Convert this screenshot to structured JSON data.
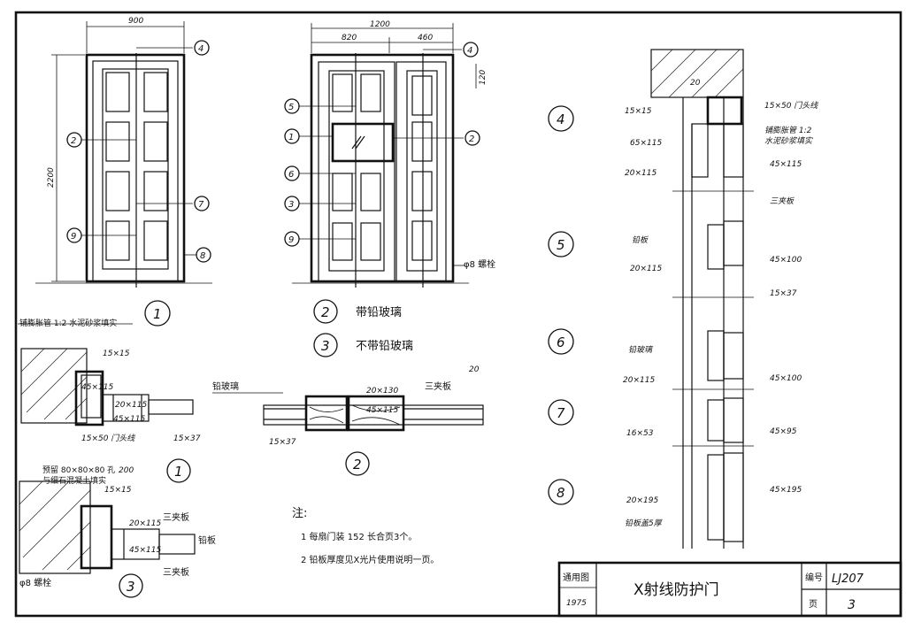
{
  "elevations": {
    "door1": {
      "width": "900",
      "height": "2200",
      "callouts": [
        "4",
        "2",
        "7",
        "9",
        "8"
      ],
      "label": "1"
    },
    "door2": {
      "total_width": "1200",
      "left_width": "820",
      "right_width": "460",
      "dim_side": "120",
      "callouts": [
        "4",
        "5",
        "1",
        "6",
        "3",
        "9",
        "2"
      ],
      "label": "2",
      "bolt": "φ8 螺栓"
    }
  },
  "legend": [
    {
      "num": "2",
      "text": "带铅玻璃"
    },
    {
      "num": "3",
      "text": "不带铅玻璃"
    }
  ],
  "section1": {
    "label": "1",
    "notes": {
      "top": "铺膨胀管 1:2 水泥砂浆填实",
      "a": "15×15",
      "b": "20×115",
      "c": "15×50 门头线",
      "d": "45×115",
      "e": "15×37",
      "f": "45×115"
    }
  },
  "section2": {
    "label": "2",
    "notes": {
      "glass": "铅玻璃",
      "three": "三夹板",
      "a": "20×130",
      "b": "45×115",
      "c": "15×37",
      "d": "20"
    }
  },
  "section3": {
    "label": "3",
    "notes": {
      "pre": "预留 80×80×80 孔",
      "pre2": "与细石混凝土填实",
      "a": "200",
      "b": "15×15",
      "c": "20×115",
      "d": "三夹板",
      "e": "铅板",
      "f": "45×115",
      "g": "三夹板",
      "bolt": "φ8 螺栓"
    }
  },
  "notes": {
    "title": "注:",
    "items": [
      "1 每扇门装 152 长合页3个。",
      "2 铅板厚度见X光片使用说明一页。"
    ]
  },
  "right_sections": {
    "labels": [
      "4",
      "5",
      "6",
      "7",
      "8"
    ],
    "annotations": {
      "t1": "15×50 门头线",
      "t2": "铺膨胀管 1:2",
      "t3": "水泥砂浆填实",
      "t4": "45×115",
      "t5": "三夹板",
      "t6": "45×100",
      "t7": "15×37",
      "t8": "45×100",
      "t9": "45×95",
      "t10": "45×195",
      "l1": "15×15",
      "l2": "65×115",
      "l3": "20×115",
      "l4": "铅板",
      "l5": "20×115",
      "l6": "铅玻璃",
      "l7": "20×115",
      "l8": "16×53",
      "l9": "20×195",
      "l10": "铅板盖5厚",
      "top": "20"
    }
  },
  "title_block": {
    "left1": "通用图",
    "left2": "1975",
    "title": "X射线防护门",
    "code_label": "编号",
    "code": "LJ207",
    "page_label": "页",
    "page": "3"
  }
}
